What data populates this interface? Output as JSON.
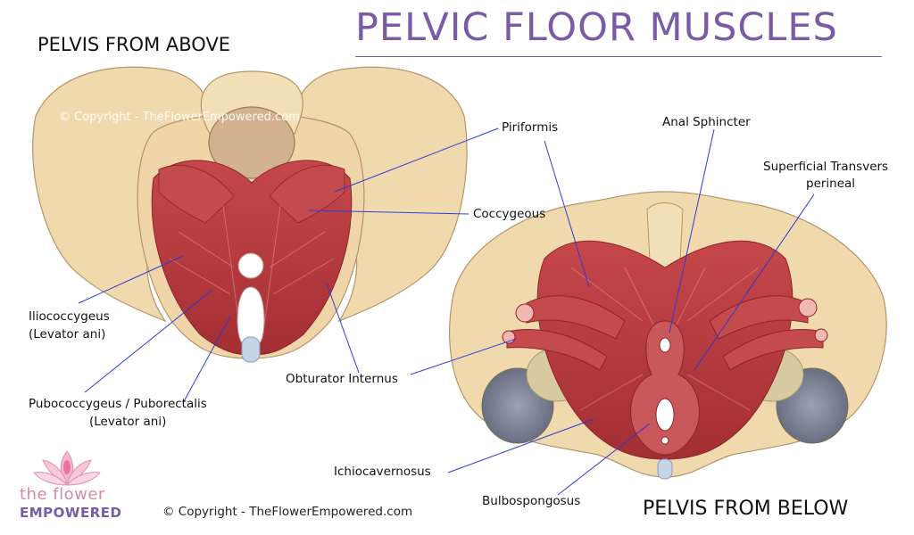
{
  "title": "PELVIC FLOOR MUSCLES",
  "views": {
    "above": "PELVIS FROM ABOVE",
    "below": "PELVIS FROM BELOW"
  },
  "labels": {
    "piriformis": "Piriformis",
    "coccygeous": "Coccygeous",
    "iliococcygeus_1": "Iliococcygeus",
    "iliococcygeus_2": "(Levator ani)",
    "pubococcygeus_1": "Pubococcygeus / Puborectalis",
    "pubococcygeus_2": "(Levator ani)",
    "obturator": "Obturator Internus",
    "anal_sphincter": "Anal Sphincter",
    "superficial_1": "Superficial Transvers",
    "superficial_2": "perineal",
    "ichiocavernosus": "Ichiocavernosus",
    "bulbospongosus": "Bulbospongosus"
  },
  "watermark": "© Copyright - TheFlowerEmpowered.com",
  "footer_copyright": "© Copyright - TheFlowerEmpowered.com",
  "logo": {
    "line1": "the flower",
    "line2": "EMPOWERED",
    "icon": "lotus-icon"
  },
  "colors": {
    "title": "#7b5aa6",
    "bone": "#f1d9ae",
    "muscle": "#b83a3e",
    "leader": "#2a3bd6"
  }
}
